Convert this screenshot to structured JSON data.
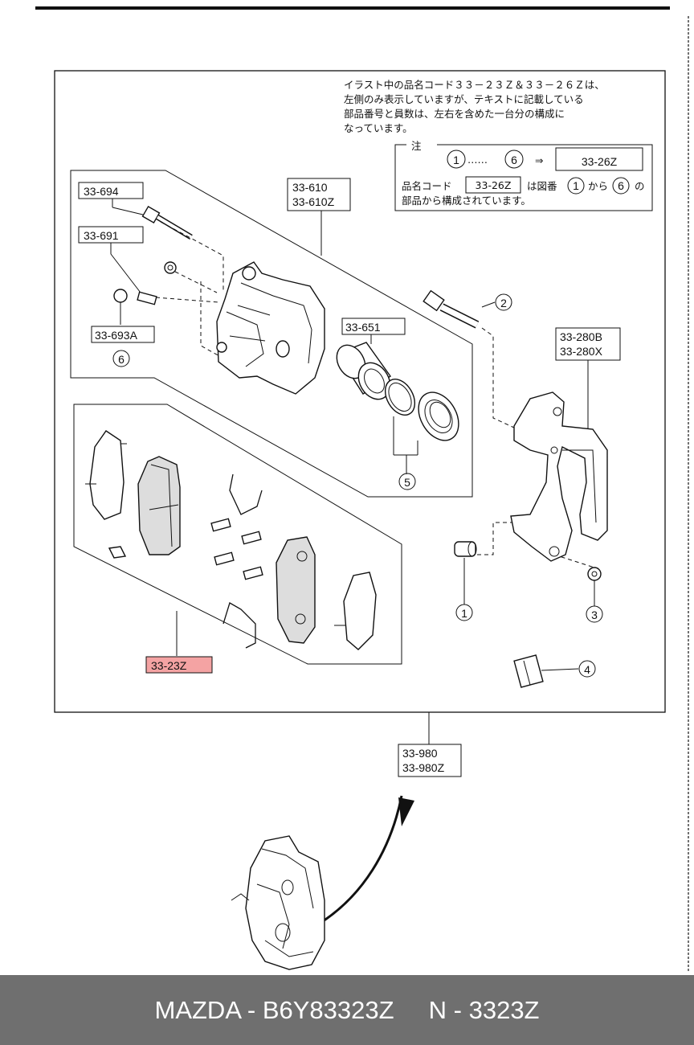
{
  "note": {
    "line1": "イラスト中の品名コード３３－２３Ｚ＆３３－２６Ｚは、",
    "line2": "左側のみ表示していますが、テキストに記載している",
    "line3": "部品番号と員数は、左右を含めた一台分の構成に",
    "line4": "なっています。"
  },
  "legend": {
    "title": "注",
    "range_start": "1",
    "range_dots": "……",
    "range_end": "6",
    "arrow": "⇒",
    "code": "33-26Z",
    "text_a": "品名コード",
    "text_code": "33-26Z",
    "text_b": "は図番",
    "text_n1": "1",
    "text_c": "から",
    "text_n2": "6",
    "text_d": "の",
    "text_line2": "部品から構成されています。"
  },
  "labels": {
    "l_33_694": "33-694",
    "l_33_691": "33-691",
    "l_33_693a": "33-693A",
    "l_33_610": "33-610",
    "l_33_610z": "33-610Z",
    "l_33_651": "33-651",
    "l_33_280b": "33-280B",
    "l_33_280x": "33-280X",
    "l_33_23z": "33-23Z",
    "l_33_980": "33-980",
    "l_33_980z": "33-980Z"
  },
  "callouts": {
    "c1": "1",
    "c2": "2",
    "c3": "3",
    "c4": "4",
    "c5": "5",
    "c6": "6"
  },
  "highlight_color": "#f4a3a3",
  "footer": {
    "brand": "MAZDA - B6Y83323Z",
    "code": "N - 3323Z"
  }
}
